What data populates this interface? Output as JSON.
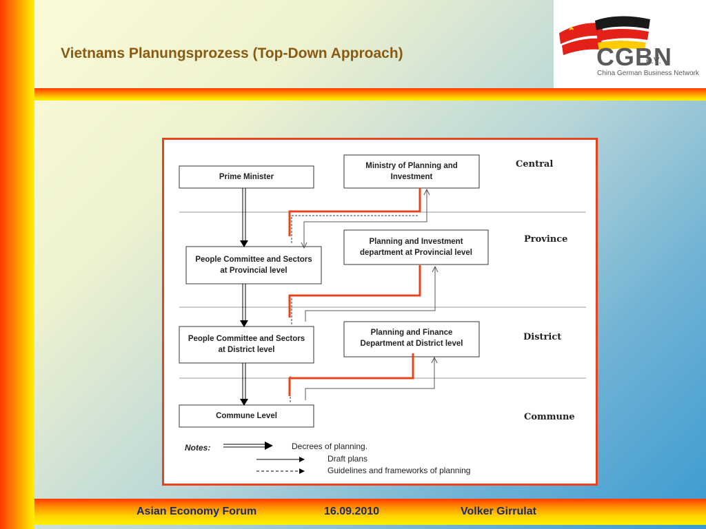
{
  "title": "Vietnams Planungsprozess (Top-Down Approach)",
  "logo": {
    "brand": "CGBN",
    "brand_suffix": "e.V.",
    "tagline": "China German Business Network"
  },
  "diagram": {
    "boxes": {
      "prime_minister": "Prime Minister",
      "ministry": "Ministry of Planning and Investment",
      "people_provincial": "People Committee and Sectors at Provincial level",
      "planning_provincial": "Planning and Investment department at Provincial level",
      "people_district": "People Committee and Sectors at District level",
      "planning_district": "Planning and Finance Department at District level",
      "commune": "Commune Level"
    },
    "levels": {
      "central": "Central",
      "province": "Province",
      "district": "District",
      "commune": "Commune"
    },
    "notes": {
      "heading": "Notes:",
      "decrees": "Decrees of planning.",
      "draft": "Draft plans",
      "guidelines": "Guidelines and frameworks of planning"
    },
    "highlight_color": "#e8441c"
  },
  "footer": {
    "event": "Asian Economy Forum",
    "date": "16.09.2010",
    "author": "Volker Girrulat"
  }
}
